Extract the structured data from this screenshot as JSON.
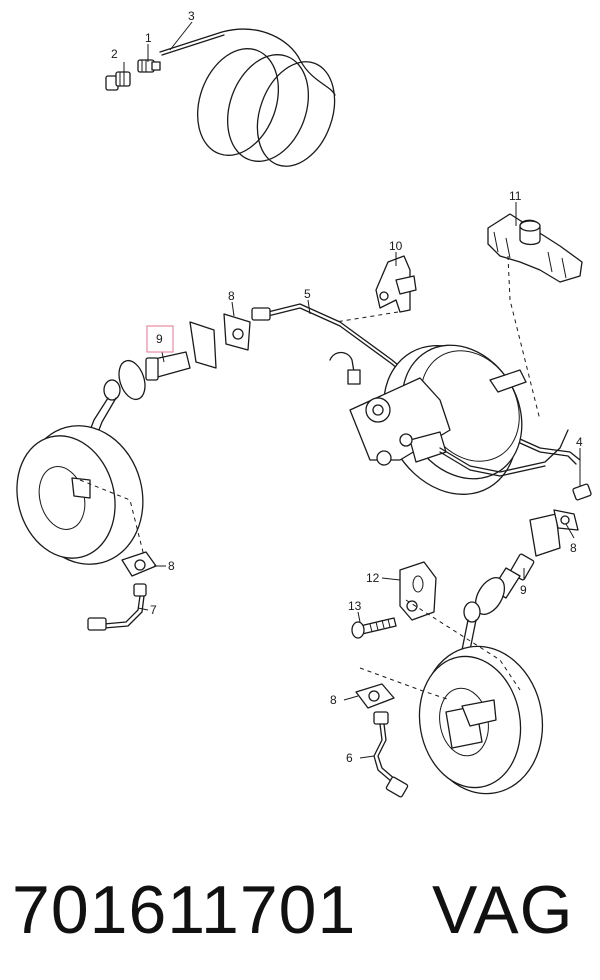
{
  "diagram": {
    "callouts": [
      "1",
      "2",
      "3",
      "4",
      "5",
      "6",
      "7",
      "8",
      "8",
      "8",
      "8",
      "9",
      "9",
      "10",
      "11",
      "12",
      "13"
    ],
    "highlight_color": "#e88aa0"
  },
  "footer": {
    "part_number": "701611701",
    "brand": "VAG"
  }
}
